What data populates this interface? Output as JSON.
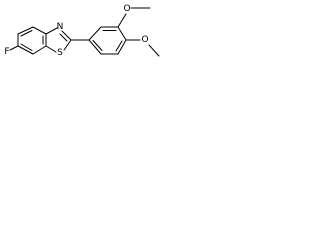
{
  "structure": {
    "atom_labels": {
      "fluorine": "F",
      "sulfur": "S",
      "nitrogen": "N",
      "oxygen_top": "O",
      "oxygen_bottom": "O"
    },
    "colors": {
      "bond": "#000000",
      "label": "#000000",
      "background": "#ffffff"
    }
  }
}
